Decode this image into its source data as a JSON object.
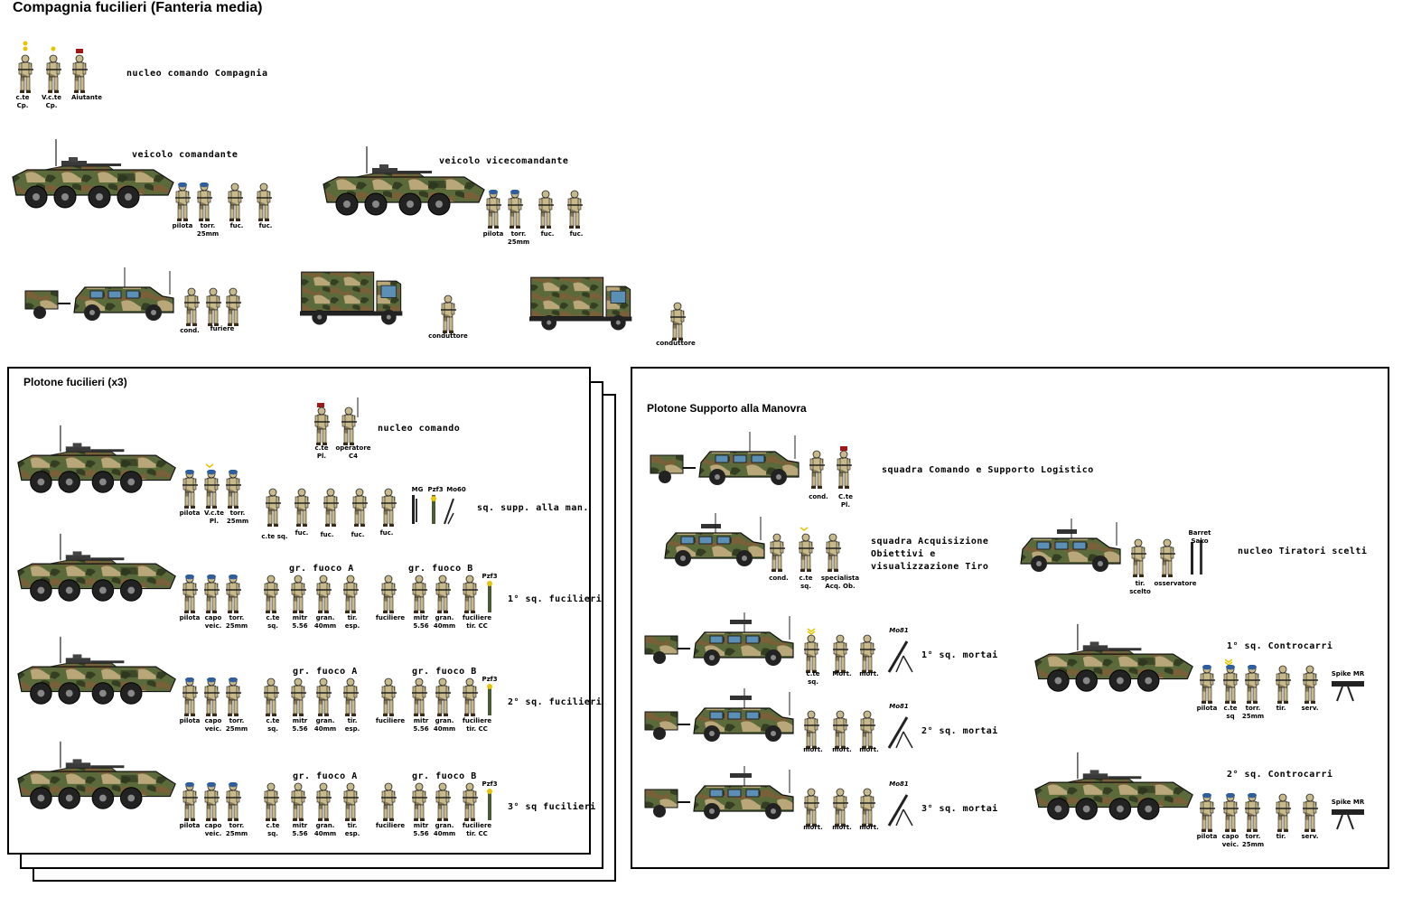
{
  "title": "Compagnia fucilieri (Fanteria media)",
  "company": {
    "hq_label": "nucleo comando Compagnia",
    "hq_caps": [
      "c.te\nCp.",
      "V.c.te\nCp.",
      "Aiutante"
    ],
    "cmd_vehicle_label": "veicolo comandante",
    "vice_vehicle_label": "veicolo vicecomandante",
    "crew_caps": [
      "pilota",
      "torr.\n25mm",
      "fuc.",
      "fuc."
    ],
    "jeep_caps": [
      "cond.",
      "furiere"
    ],
    "truck_caps": [
      "conduttore",
      "conduttore"
    ]
  },
  "rifle_platoon": {
    "title": "Plotone fucilieri (x3)",
    "hq_label": "nucleo comando",
    "hq_caps": [
      "c.te\nPl.",
      "operatore\nC4"
    ],
    "support_label": "sq. supp. alla man.",
    "support_caps": [
      "c.te sq.",
      "fuc.",
      "fuc.",
      "fuc.",
      "fuc."
    ],
    "weapons": [
      "MG",
      "Pzf3",
      "Mo60"
    ],
    "ifv_caps_hq": [
      "pilota",
      "V.c.te\nPl.",
      "torr.\n25mm"
    ],
    "ifv_caps": [
      "pilota",
      "capo\nveic.",
      "torr.\n25mm"
    ],
    "group_a": "gr. fuoco A",
    "group_b": "gr. fuoco B",
    "group_a_caps": [
      "c.te\nsq.",
      "mitr\n5.56",
      "gran.\n40mm",
      "tir.\nesp."
    ],
    "group_b_caps": [
      "fuciliere",
      "mitr\n5.56",
      "gran.\n40mm",
      "fuciliere\ntir. CC"
    ],
    "pzf": "Pzf3",
    "squads": [
      "1° sq. fucilieri",
      "2° sq. fucilieri",
      "3° sq fucilieri"
    ]
  },
  "support_platoon": {
    "title": "Plotone Supporto alla Manovra",
    "cmd_label": "squadra Comando e Supporto Logistico",
    "cmd_caps": [
      "cond.",
      "C.te\nPl."
    ],
    "acq_label": [
      "squadra Acquisizione",
      "Obiettivi e",
      "visualizzazione Tiro"
    ],
    "acq_caps": [
      "cond.",
      "c.te\nsq.",
      "specialista\nAcq. Ob."
    ],
    "sniper_label": "nucleo Tiratori scelti",
    "sniper_caps": [
      "tir.\nscelto",
      "osservatore"
    ],
    "sniper_weapons": "Barret\nSako",
    "mortar_weapon": "Mo81",
    "mortars": [
      "1° sq. mortai",
      "2° sq. mortai",
      "3° sq. mortai"
    ],
    "mortar_caps_1": [
      "c.te\nsq.",
      "Mort.",
      "mort."
    ],
    "mortar_caps": [
      "mort.",
      "mort.",
      "mort."
    ],
    "at_squads": [
      "1° sq. Controcarri",
      "2° sq. Controcarri"
    ],
    "at_caps_1": [
      "pilota",
      "c.te\nsq",
      "torr.\n25mm",
      "tir.",
      "serv."
    ],
    "at_caps_2": [
      "pilota",
      "capo\nveic.",
      "torr.\n25mm",
      "tir.",
      "serv."
    ],
    "at_weapon": "Spike MR"
  },
  "colors": {
    "camo_green": "#4a5a32",
    "camo_brown": "#7a6038",
    "camo_tan": "#b9a77a",
    "beret_blue": "#2e5e9e",
    "rank_red": "#a01818",
    "rank_gold": "#e8c400"
  }
}
